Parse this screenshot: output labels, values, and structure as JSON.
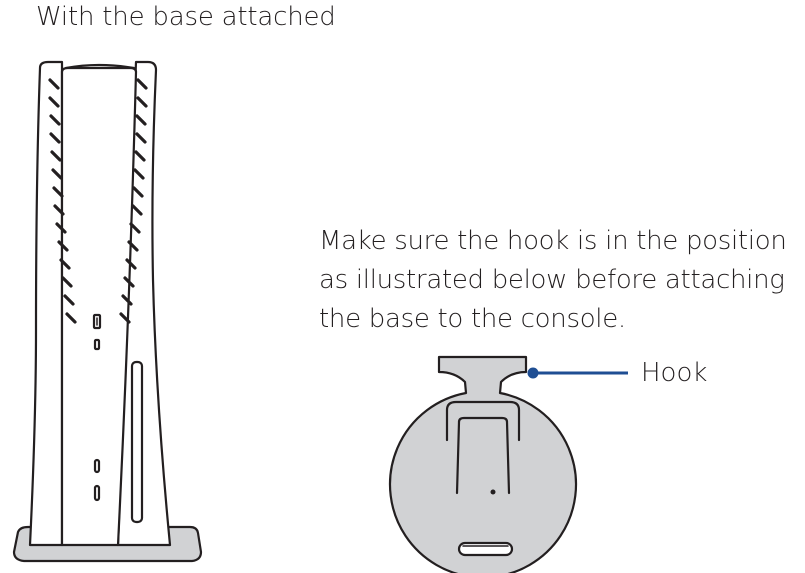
{
  "heading": "With the base attached",
  "instruction": {
    "lines": [
      "Make sure the hook is in the position",
      "as illustrated below before attaching",
      "the base to the console."
    ]
  },
  "callout": {
    "label": "Hook",
    "color": "#1f4e93"
  },
  "colors": {
    "outline": "#231f20",
    "base_fill": "#d1d2d4",
    "console_fill": "#ffffff"
  }
}
